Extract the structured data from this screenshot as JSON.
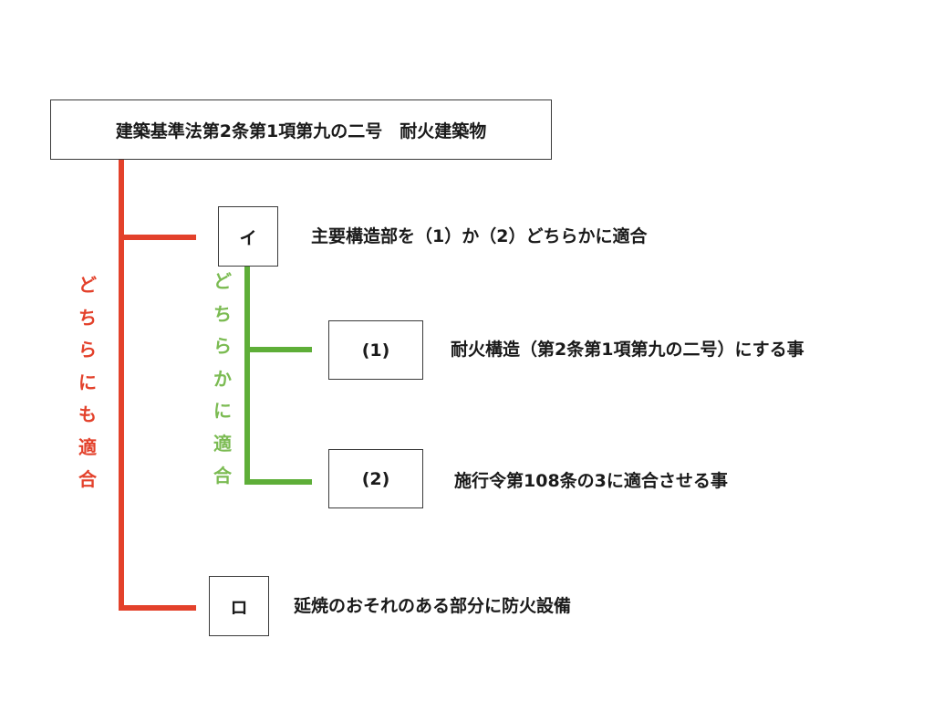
{
  "root": {
    "label": "建築基準法第2条第1項第九の二号　耐火建築物"
  },
  "branches": {
    "i": {
      "box": "イ",
      "text": "主要構造部を（1）か（2）どちらかに適合"
    },
    "sub1": {
      "box": "(1)",
      "text": "耐火構造（第2条第1項第九の二号）にする事"
    },
    "sub2": {
      "box": "(2)",
      "text": "施行令第108条の3に適合させる事"
    },
    "ro": {
      "box": "ロ",
      "text": "延焼のおそれのある部分に防火設備"
    }
  },
  "connectors": {
    "outer_label": [
      "ど",
      "ち",
      "ら",
      "に",
      "も",
      "適",
      "合"
    ],
    "inner_label": [
      "ど",
      "ち",
      "ら",
      "か",
      "に",
      "適",
      "合"
    ]
  },
  "colors": {
    "outer": "#e3412b",
    "inner": "#5eae38"
  }
}
